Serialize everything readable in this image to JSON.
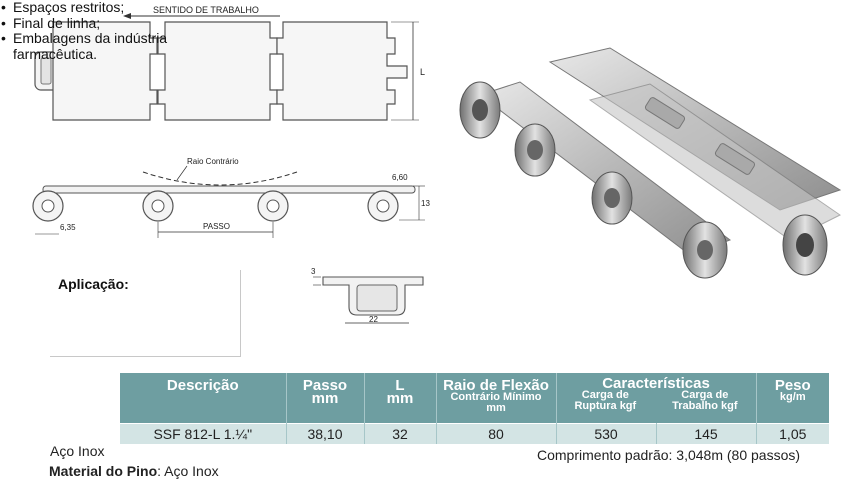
{
  "diagram": {
    "top_label": "SENTIDO DE TRABALHO",
    "l_label": "L",
    "raio_label": "Raio Contrário",
    "dim_660": "6,60",
    "dim_13": "13",
    "dim_635": "6,35",
    "passo_label": "PASSO",
    "dim_3": "3",
    "dim_22": "22"
  },
  "application": {
    "title": "Aplicação:",
    "items": [
      "Espaços restritos;",
      "Final de linha;",
      "Embalagens da indústria farmacêutica."
    ]
  },
  "table": {
    "headers": {
      "descricao": "Descrição",
      "passo": "Passo",
      "passo_unit": "mm",
      "l": "L",
      "l_unit": "mm",
      "raio": "Raio de Flexão",
      "raio_sub": "Contrário Mínimo",
      "raio_unit": "mm",
      "caract": "Características",
      "ruptura_1": "Carga de",
      "ruptura_2": "Ruptura kgf",
      "trabalho_1": "Carga de",
      "trabalho_2": "Trabalho kgf",
      "peso": "Peso",
      "peso_unit": "kg/m"
    },
    "row": {
      "descricao": "SSF 812-L 1.¼\"",
      "passo": "38,10",
      "l": "32",
      "raio": "80",
      "ruptura": "530",
      "trabalho": "145",
      "peso": "1,05"
    }
  },
  "footer": {
    "material": "Aço Inox",
    "pin_label": "Material do Pino",
    "pin_value": ": Aço Inox",
    "length": "Comprimento padrão: 3,048m (80 passos)"
  },
  "colors": {
    "table_header": "#6e9ea1",
    "table_row": "#d3e4e4"
  }
}
